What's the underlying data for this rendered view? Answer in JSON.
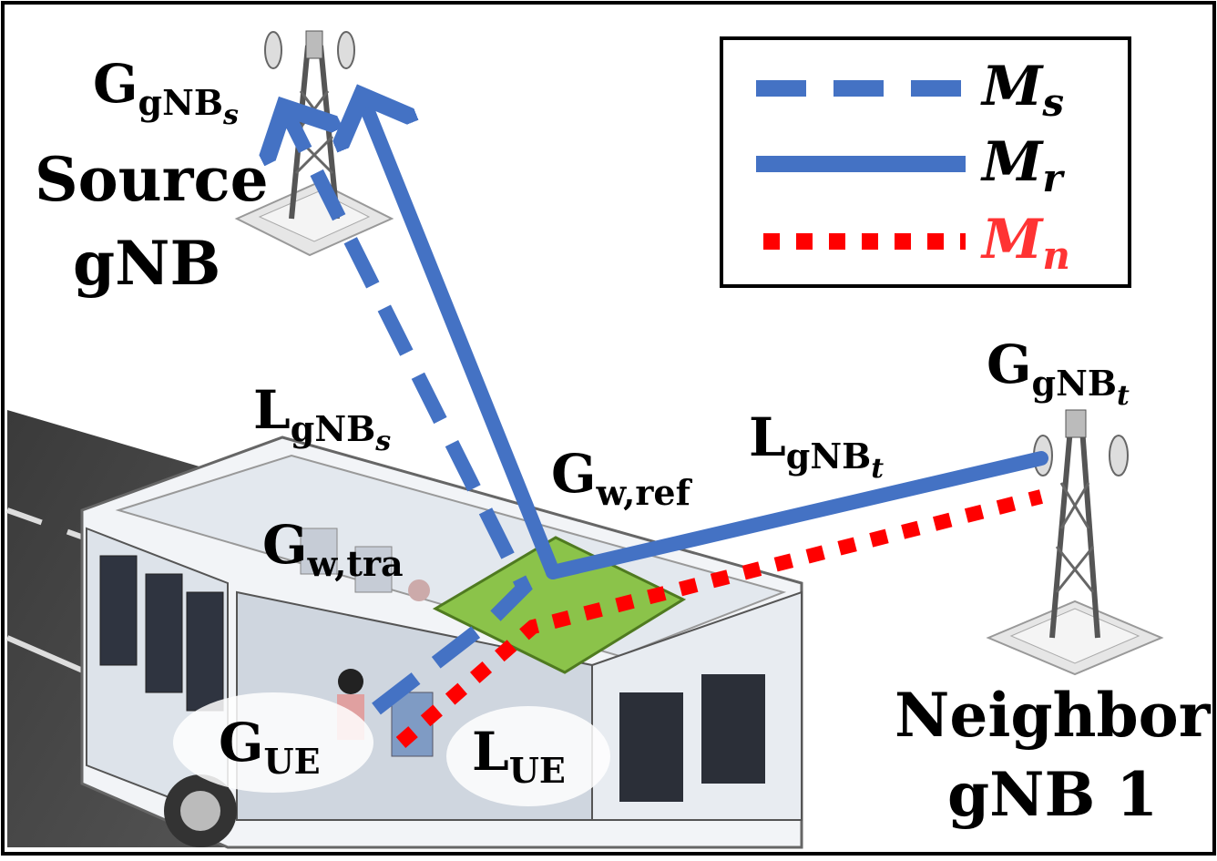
{
  "labels": {
    "source_gain": "G",
    "source_gain_sub": "gNB",
    "source_gain_subsub": "s",
    "source_name_line1": "Source",
    "source_name_line2": "gNB",
    "source_loss": "L",
    "source_loss_sub": "gNB",
    "source_loss_subsub": "s",
    "target_gain": "G",
    "target_gain_sub": "gNB",
    "target_gain_subsub": "t",
    "target_loss": "L",
    "target_loss_sub": "gNB",
    "target_loss_subsub": "t",
    "w_ref": "G",
    "w_ref_sub": "w,ref",
    "w_tra": "G",
    "w_tra_sub": "w,tra",
    "ue_gain": "G",
    "ue_gain_sub": "UE",
    "ue_loss": "L",
    "ue_loss_sub": "UE",
    "neighbor_line1": "Neighbor",
    "neighbor_line2": "gNB 1"
  },
  "legend": {
    "items": [
      {
        "symbol": "M",
        "sub": "s",
        "style": "dashed",
        "color": "#4472C4",
        "text_color": "#000000"
      },
      {
        "symbol": "M",
        "sub": "r",
        "style": "solid",
        "color": "#4472C4",
        "text_color": "#000000"
      },
      {
        "symbol": "M",
        "sub": "n",
        "style": "dotted",
        "color": "#FF0000",
        "text_color": "#FF3333"
      }
    ]
  },
  "colors": {
    "path_blue": "#4472C4",
    "path_red": "#FF0000",
    "surface_green": "#8BC34A"
  }
}
